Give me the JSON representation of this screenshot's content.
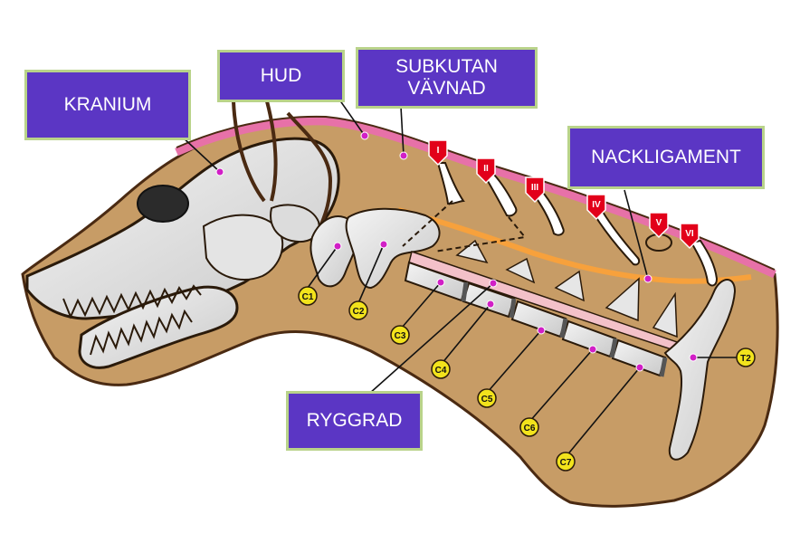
{
  "labels": {
    "kranium": "KRANIUM",
    "hud": "HUD",
    "subkutan": "SUBKUTAN\nVÄVNAD",
    "nackligament": "NACKLIGAMENT",
    "ryggrad": "RYGGRAD"
  },
  "vertebrae": [
    "C1",
    "C2",
    "C3",
    "C4",
    "C5",
    "C6",
    "C7",
    "T2"
  ],
  "layer_markers": [
    "I",
    "II",
    "III",
    "IV",
    "V",
    "VI"
  ],
  "colors": {
    "label_fill": "#5b36c4",
    "label_border": "#b9d38a",
    "tissue": "#c79c66",
    "skin_stripe": "#e771a8",
    "ligament": "#f7a13c",
    "marker": "#e2001a",
    "vertebra_badge": "#f2e31c",
    "point": "#d11fc6"
  }
}
